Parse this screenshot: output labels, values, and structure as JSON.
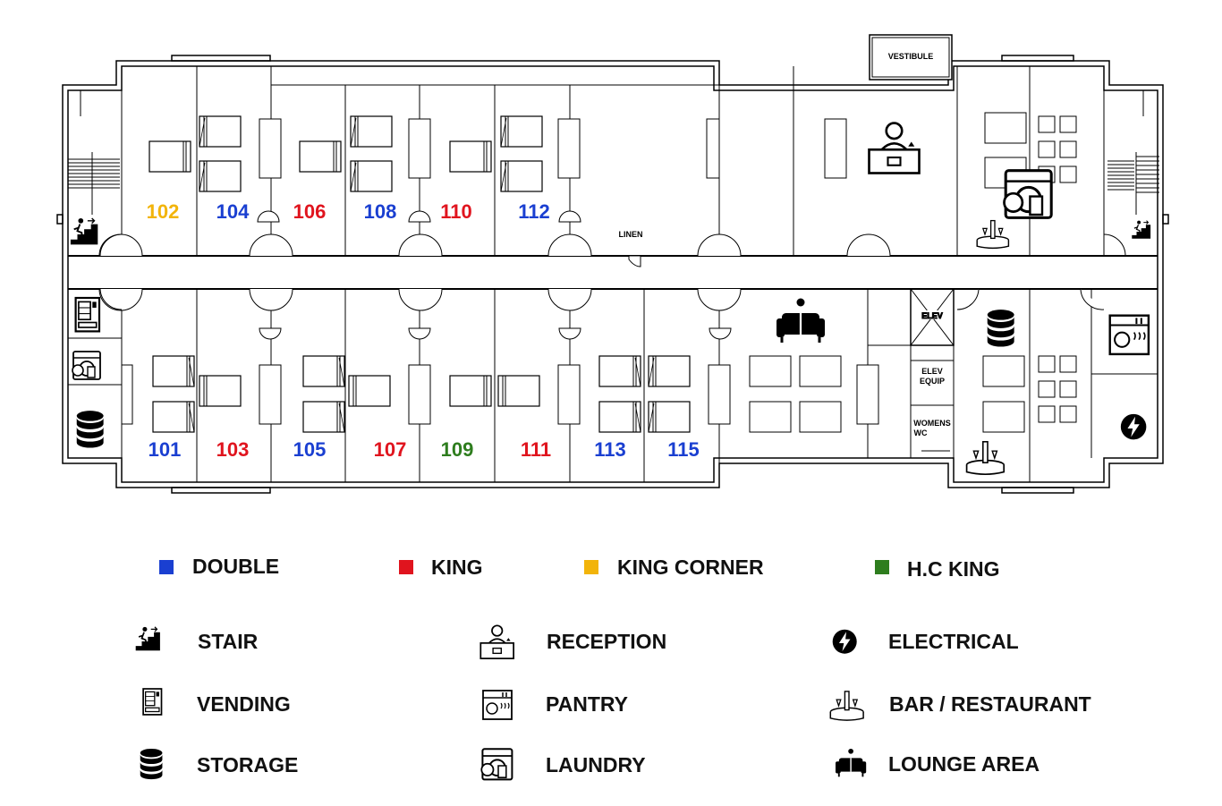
{
  "colors": {
    "double": "#1a3fd1",
    "king": "#e0141e",
    "king_corner": "#f2b40a",
    "hc_king": "#2e7d1e",
    "wall": "#000000"
  },
  "rooms": {
    "r102": {
      "number": "102",
      "type": "king_corner"
    },
    "r104": {
      "number": "104",
      "type": "double"
    },
    "r106": {
      "number": "106",
      "type": "king"
    },
    "r108": {
      "number": "108",
      "type": "double"
    },
    "r110": {
      "number": "110",
      "type": "king"
    },
    "r112": {
      "number": "112",
      "type": "double"
    },
    "r101": {
      "number": "101",
      "type": "double"
    },
    "r103": {
      "number": "103",
      "type": "king"
    },
    "r105": {
      "number": "105",
      "type": "double"
    },
    "r107": {
      "number": "107",
      "type": "king"
    },
    "r109": {
      "number": "109",
      "type": "hc_king"
    },
    "r111": {
      "number": "111",
      "type": "king"
    },
    "r113": {
      "number": "113",
      "type": "double"
    },
    "r115": {
      "number": "115",
      "type": "double"
    }
  },
  "labels": {
    "vestibule": "VESTIBULE",
    "linen": "LINEN",
    "elev": "ELEV",
    "elev_equip_1": "ELEV",
    "elev_equip_2": "EQUIP",
    "womens_wc_1": "WOMENS",
    "womens_wc_2": "WC"
  },
  "legend_types": {
    "double": "DOUBLE",
    "king": "KING",
    "king_corner": "KING CORNER",
    "hc_king": "H.C KING"
  },
  "legend_icons": {
    "stair": {
      "label": "STAIR",
      "icon": "stair-icon"
    },
    "vending": {
      "label": "VENDING",
      "icon": "vending-icon"
    },
    "storage": {
      "label": "STORAGE",
      "icon": "storage-icon"
    },
    "reception": {
      "label": "RECEPTION",
      "icon": "reception-icon"
    },
    "pantry": {
      "label": "PANTRY",
      "icon": "pantry-icon"
    },
    "laundry": {
      "label": "LAUNDRY",
      "icon": "laundry-icon"
    },
    "electrical": {
      "label": "ELECTRICAL",
      "icon": "electrical-icon"
    },
    "bar": {
      "label": "BAR / RESTAURANT",
      "icon": "bar-restaurant-icon"
    },
    "lounge": {
      "label": "LOUNGE AREA",
      "icon": "lounge-icon"
    }
  }
}
